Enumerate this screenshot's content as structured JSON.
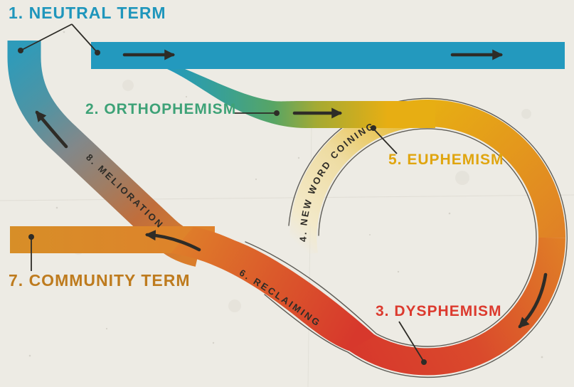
{
  "diagram": {
    "subject": "cycle of term change diagram",
    "paper_color": "#EDEBE4"
  },
  "stages": [
    {
      "label": "1. NEUTRAL TERM",
      "color": "#1F96BC"
    },
    {
      "label": "2. ORTHOPHEMISM",
      "color": "#3EA277"
    },
    {
      "label": "3. DYSPHEMISM",
      "color": "#DC3A2E"
    },
    {
      "label": "4. NEW WORD COINING",
      "color": "#2E2C27"
    },
    {
      "label": "5. EUPHEMISM",
      "color": "#E0A50F"
    },
    {
      "label": "6. RECLAIMING",
      "color": "#2E2C27"
    },
    {
      "label": "7. COMMUNITY TERM",
      "color": "#BE7B1E"
    },
    {
      "label": "8. MELIORATION",
      "color": "#2E2C27"
    }
  ],
  "band_colors": {
    "neutral_blue": "#2399BE",
    "orthophemism_green": "#57A565",
    "euphemism_gold": "#E7AE13",
    "orange": "#E08126",
    "dysphemism_red": "#D7382C",
    "community_orange": "#D78E28",
    "coining_cream": "#F3E9C9",
    "melioration_gray": "#82888A",
    "outline_dark": "#47453F",
    "arrow_dark": "#2E2C27"
  }
}
